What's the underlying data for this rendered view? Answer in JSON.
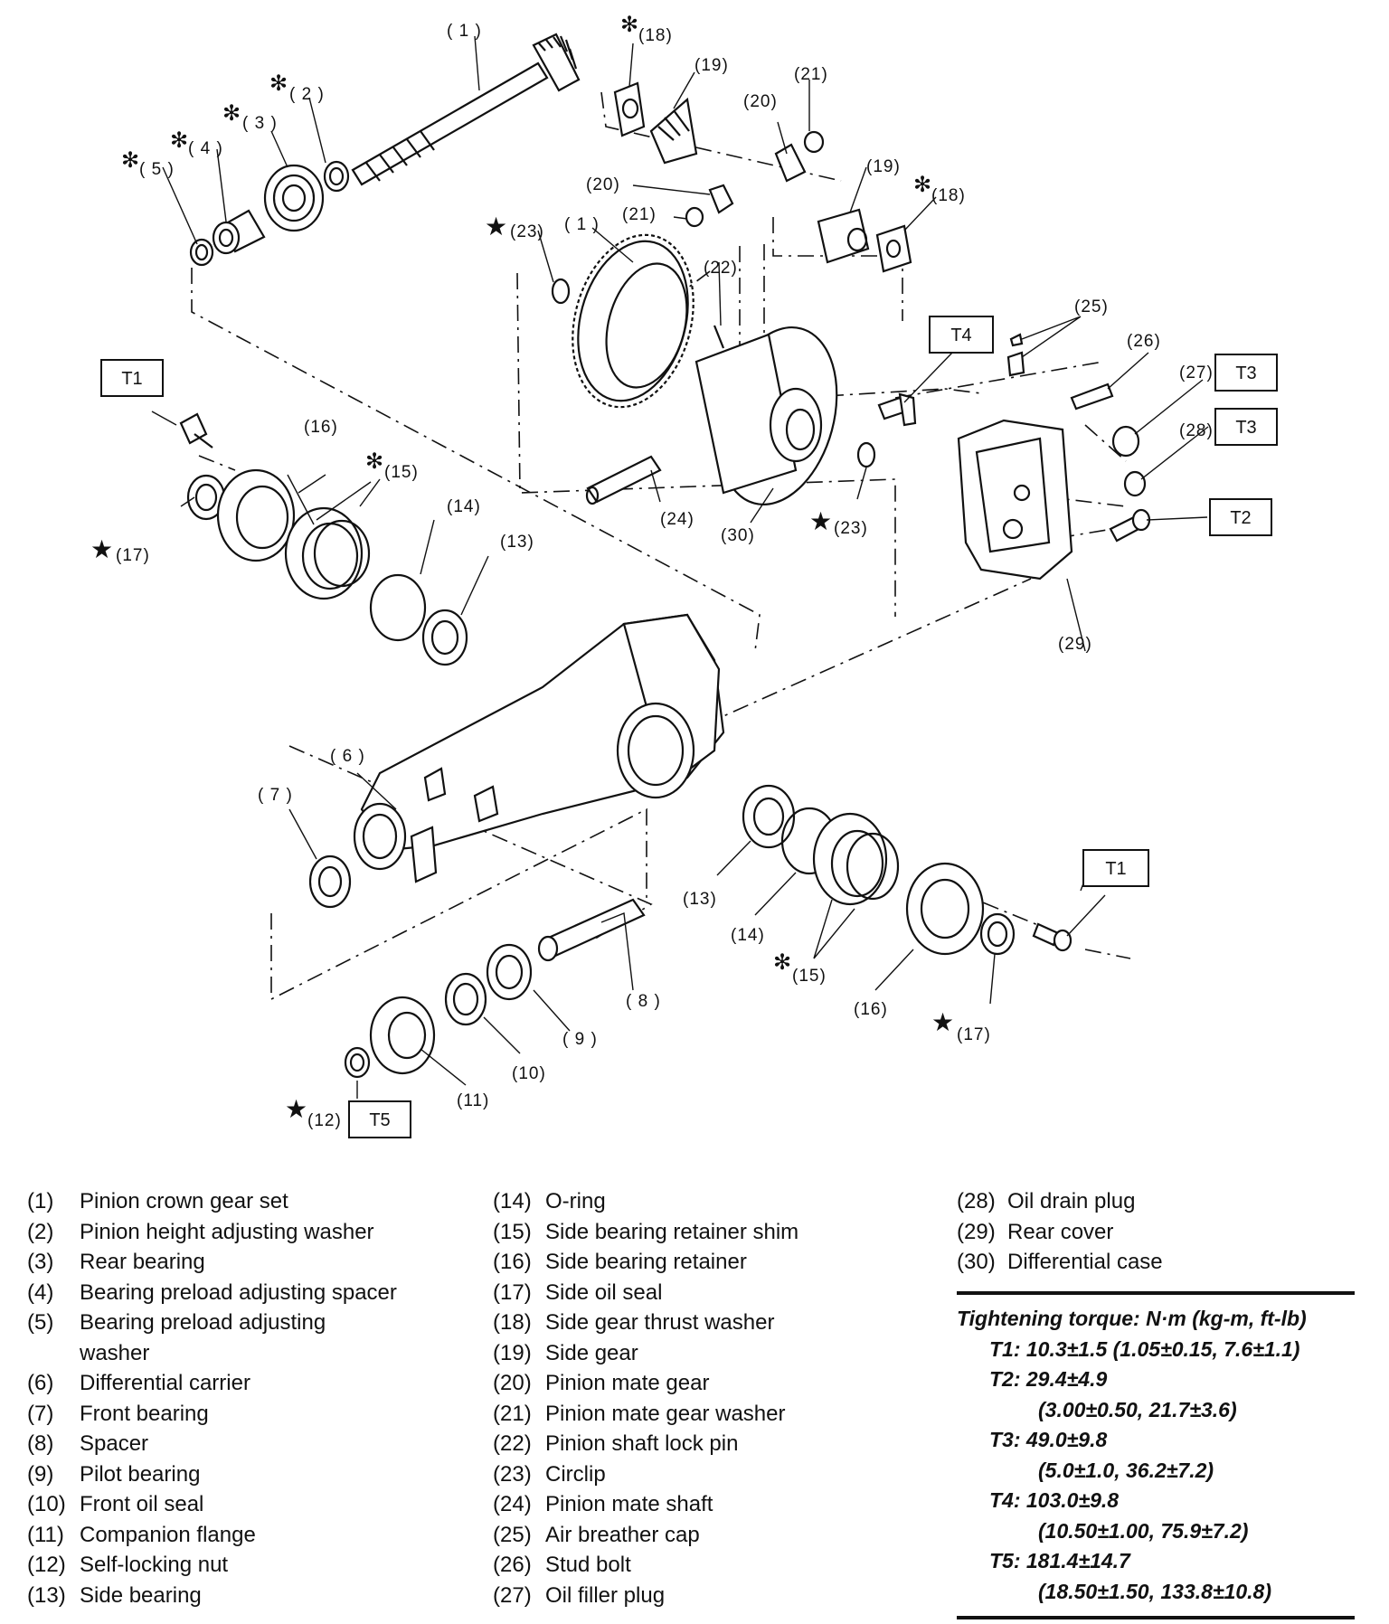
{
  "diagram": {
    "callouts": {
      "c1_shaft": "( 1 )",
      "c2": "( 2 )",
      "c3": "( 3 )",
      "c4": "( 4 )",
      "c5": "( 5 )",
      "c18a": "(18)",
      "c19a": "(19)",
      "c21a": "(21)",
      "c20a": "(20)",
      "c19b": "(19)",
      "c18b": "(18)",
      "c20b": "(20)",
      "c21b": "(21)",
      "c23a": "(23)",
      "c1_gear": "( 1 )",
      "c22": "(22)",
      "c25": "(25)",
      "c26": "(26)",
      "c27": "(27)",
      "c28": "(28)",
      "c16a": "(16)",
      "c15a": "(15)",
      "c14a": "(14)",
      "c13a": "(13)",
      "c17a": "(17)",
      "c24": "(24)",
      "c30": "(30)",
      "c23b": "(23)",
      "c29": "(29)",
      "c6": "( 6 )",
      "c7": "( 7 )",
      "c13b": "(13)",
      "c14b": "(14)",
      "c15b": "(15)",
      "c16b": "(16)",
      "c17b": "(17)",
      "c8": "( 8 )",
      "c9": "( 9 )",
      "c10": "(10)",
      "c11": "(11)",
      "c12": "(12)"
    },
    "torque_labels": {
      "t1_left": "T1",
      "t4": "T4",
      "t3_top": "T3",
      "t3_bottom": "T3",
      "t2": "T2",
      "t1_right": "T1",
      "t5": "T5"
    },
    "marks": {
      "asterisk": "✻",
      "star": "★"
    }
  },
  "legend": {
    "column1": [
      {
        "num": "(1)",
        "label": "Pinion crown gear set"
      },
      {
        "num": "(2)",
        "label": "Pinion height adjusting washer"
      },
      {
        "num": "(3)",
        "label": "Rear bearing"
      },
      {
        "num": "(4)",
        "label": "Bearing preload adjusting spacer"
      },
      {
        "num": "(5)",
        "label": "Bearing preload adjusting",
        "continuation": "washer"
      },
      {
        "num": "(6)",
        "label": "Differential carrier"
      },
      {
        "num": "(7)",
        "label": "Front bearing"
      },
      {
        "num": "(8)",
        "label": "Spacer"
      },
      {
        "num": "(9)",
        "label": "Pilot bearing"
      },
      {
        "num": "(10)",
        "label": "Front oil seal"
      },
      {
        "num": "(11)",
        "label": "Companion flange"
      },
      {
        "num": "(12)",
        "label": "Self-locking nut"
      },
      {
        "num": "(13)",
        "label": "Side bearing"
      }
    ],
    "column2": [
      {
        "num": "(14)",
        "label": "O-ring"
      },
      {
        "num": "(15)",
        "label": "Side bearing retainer shim"
      },
      {
        "num": "(16)",
        "label": "Side bearing retainer"
      },
      {
        "num": "(17)",
        "label": "Side oil seal"
      },
      {
        "num": "(18)",
        "label": "Side gear thrust washer"
      },
      {
        "num": "(19)",
        "label": "Side gear"
      },
      {
        "num": "(20)",
        "label": "Pinion mate gear"
      },
      {
        "num": "(21)",
        "label": "Pinion mate gear washer"
      },
      {
        "num": "(22)",
        "label": "Pinion shaft lock pin"
      },
      {
        "num": "(23)",
        "label": "Circlip"
      },
      {
        "num": "(24)",
        "label": "Pinion mate shaft"
      },
      {
        "num": "(25)",
        "label": "Air breather cap"
      },
      {
        "num": "(26)",
        "label": "Stud bolt"
      },
      {
        "num": "(27)",
        "label": "Oil filler plug"
      }
    ],
    "column3": [
      {
        "num": "(28)",
        "label": "Oil drain plug"
      },
      {
        "num": "(29)",
        "label": "Rear cover"
      },
      {
        "num": "(30)",
        "label": "Differential case"
      }
    ]
  },
  "torque_table": {
    "title": "Tightening torque: N·m (kg-m, ft-lb)",
    "rows": [
      {
        "line1": "T1: 10.3±1.5 (1.05±0.15, 7.6±1.1)",
        "line2": ""
      },
      {
        "line1": "T2: 29.4±4.9",
        "line2": "(3.00±0.50, 21.7±3.6)"
      },
      {
        "line1": "T3: 49.0±9.8",
        "line2": "(5.0±1.0, 36.2±7.2)"
      },
      {
        "line1": "T4: 103.0±9.8",
        "line2": "(10.50±1.00, 75.9±7.2)"
      },
      {
        "line1": "T5: 181.4±14.7",
        "line2": "(18.50±1.50, 133.8±10.8)"
      }
    ]
  }
}
